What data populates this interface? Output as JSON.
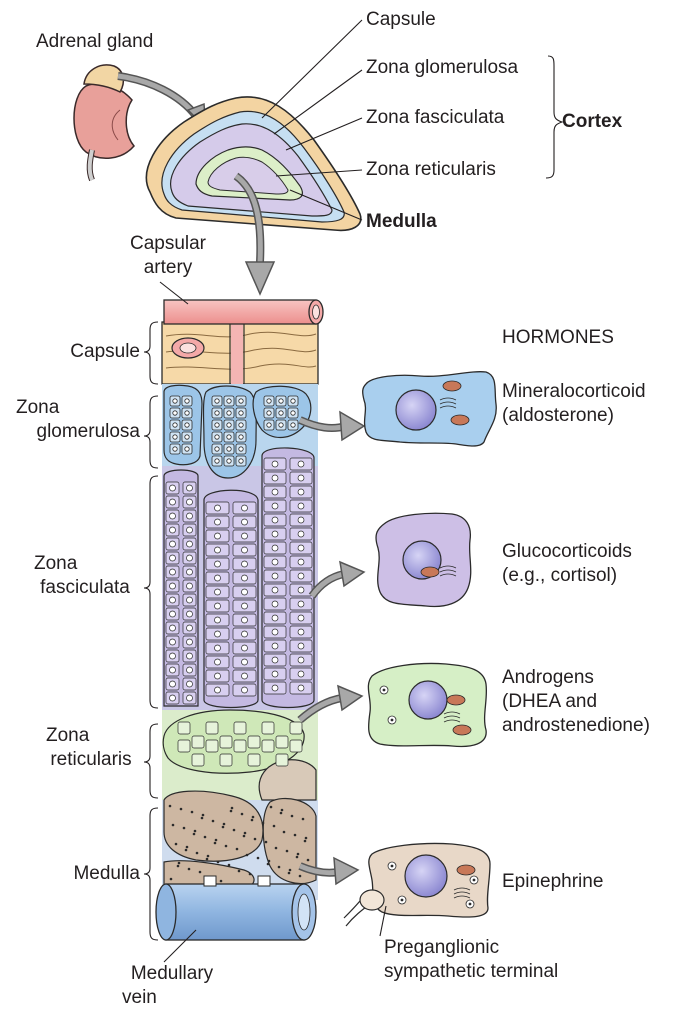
{
  "top": {
    "adrenal_gland": "Adrenal gland",
    "capsule": "Capsule",
    "zona_glomerulosa": "Zona glomerulosa",
    "zona_fasciculata": "Zona fasciculata",
    "zona_reticularis": "Zona reticularis",
    "cortex": "Cortex",
    "medulla": "Medulla"
  },
  "column": {
    "capsular_artery": "Capsular artery",
    "capsular_artery_lines": [
      "Capsular",
      "artery"
    ],
    "capsule": "Capsule",
    "zona_glomerulosa_lines": [
      "Zona",
      "glomerulosa"
    ],
    "zona_fasciculata_lines": [
      "Zona",
      "fasciculata"
    ],
    "zona_reticularis_lines": [
      "Zona",
      "reticularis"
    ],
    "medulla": "Medulla",
    "medullary_vein_lines": [
      "Medullary",
      "vein"
    ]
  },
  "hormones": {
    "heading": "HORMONES",
    "mineralocorticoid_lines": [
      "Mineralocorticoid",
      "(aldosterone)"
    ],
    "glucocorticoids_lines": [
      "Glucocorticoids",
      "(e.g., cortisol)"
    ],
    "androgens_lines": [
      "Androgens",
      "(DHEA and",
      "androstenedione)"
    ],
    "epinephrine": "Epinephrine",
    "preganglionic_lines": [
      "Preganglionic",
      "sympathetic terminal"
    ]
  },
  "colors": {
    "capsule_tan": "#f6d9a8",
    "artery_pink": "#f4a9a8",
    "glomerulosa_blue": "#a9cdea",
    "fasciculata_purple": "#cdbfe3",
    "reticularis_green": "#d7ecc4",
    "medulla_brown": "#d9c3b0",
    "vein_blue": "#8fb5e0",
    "nucleus": "#a9a6e0"
  }
}
